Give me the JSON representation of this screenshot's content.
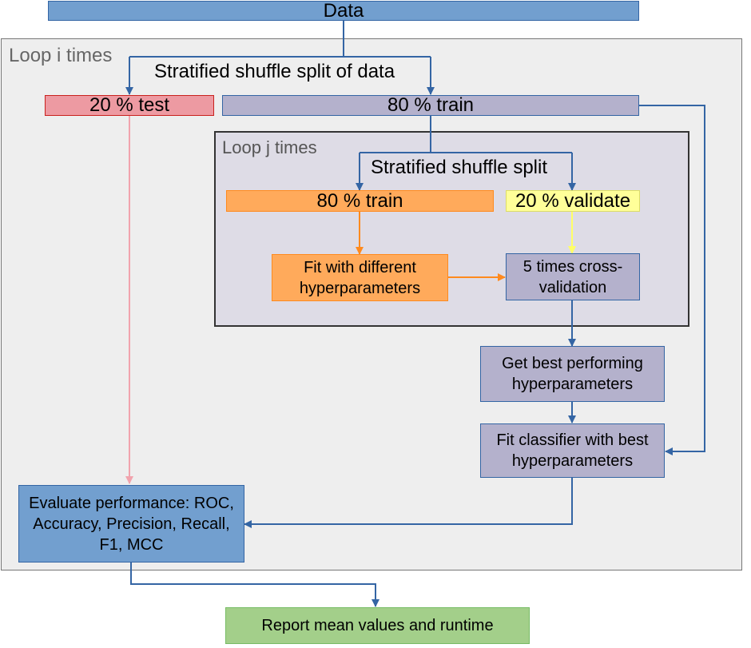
{
  "top": {
    "data_label": "Data"
  },
  "outer_loop": {
    "title": "Loop i times",
    "split_label": "Stratified shuffle split of data",
    "test_label": "20 % test",
    "train_label": "80 % train"
  },
  "inner_loop": {
    "title": "Loop j times",
    "split_label": "Stratified shuffle split",
    "train_label": "80 % train",
    "validate_label": "20 % validate",
    "fit_label": "Fit with different hyperparameters",
    "cv_label": "5 times cross-validation"
  },
  "steps": {
    "best_label": "Get best performing hyperparameters",
    "fit_best_label": "Fit classifier with best hyperparameters",
    "evaluate_label": "Evaluate performance: ROC, Accuracy, Precision, Recall, F1, MCC",
    "report_label": "Report mean values and runtime"
  },
  "colors": {
    "blue": "#729fcf",
    "lavender": "#b4b1cc",
    "pink": "#ed9aa2",
    "orange": "#ffaa5b",
    "yellow": "#ffff99",
    "green": "#a3cf8a",
    "arrow_blue": "#3465a4",
    "arrow_orange": "#ff8a1e",
    "arrow_pink": "#f1a3ad",
    "arrow_yellow": "#ffff66"
  }
}
